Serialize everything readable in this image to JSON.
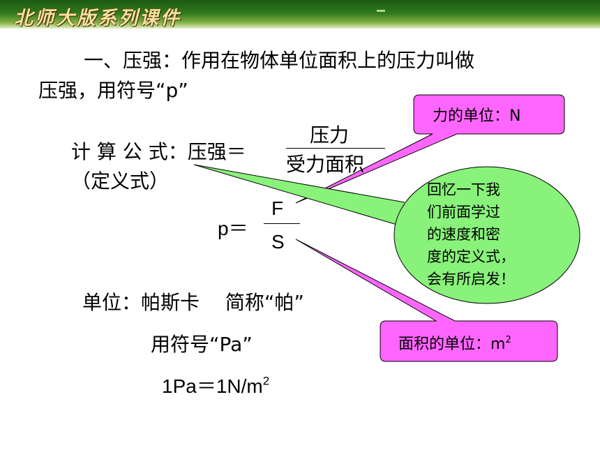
{
  "header": {
    "title": "北师大版系列课件"
  },
  "definition": {
    "line1": "一、压强：作用在物体单位面积上的压力叫做",
    "line2": "压强，用符号“p”"
  },
  "formula": {
    "label": "计 算 公 式：压强＝",
    "numerator": "压力",
    "denominator": "受力面积",
    "note": "（定义式）",
    "p_label": "p＝",
    "f": "F",
    "s": "S"
  },
  "units": {
    "unit_line": "单位：帕斯卡　 简称“帕”",
    "symbol_line": "用符号“Pa”",
    "relation_left": "1Pa＝1N/m",
    "relation_sup": "2"
  },
  "callouts": {
    "force_unit": "力的单位：N",
    "area_unit": "面积的单位：m",
    "area_unit_sup": "2",
    "recall_lines": [
      "回忆一下我",
      "们前面学过",
      "的速度和密",
      "度的定义式，",
      "会有所启发！"
    ]
  },
  "colors": {
    "header_green": "#2f7a1c",
    "callout_pink": "#ff66ff",
    "oval_green": "#88f27a"
  }
}
